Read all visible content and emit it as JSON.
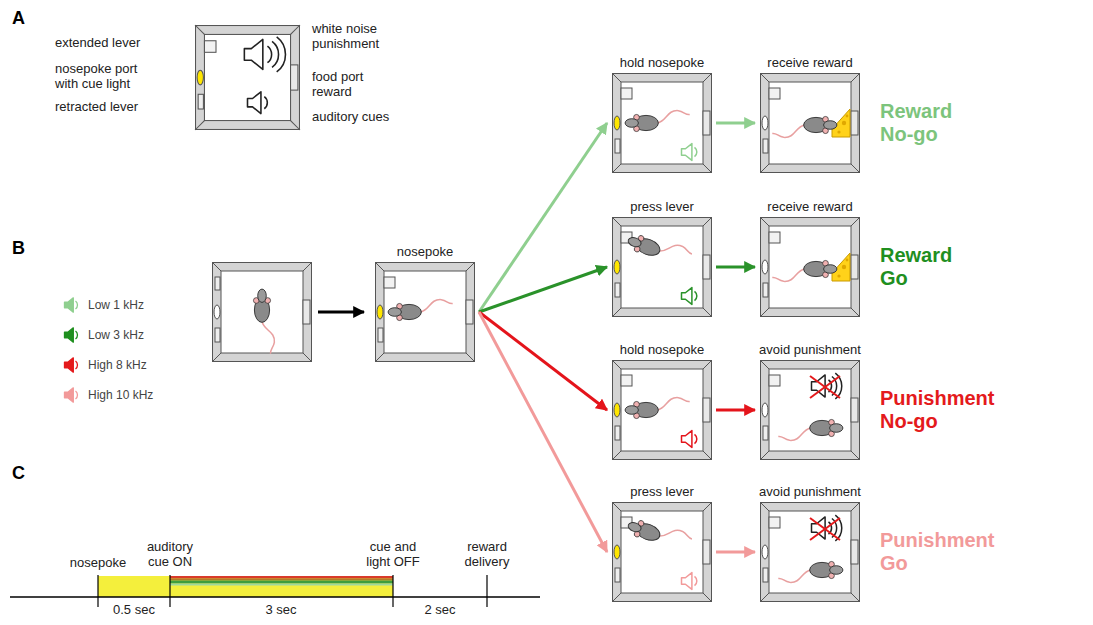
{
  "diagram": {
    "nodes": [
      {
        "text": [
          "nosepoke"
        ]
      },
      {
        "text": [
          "hold nosepoke"
        ]
      },
      {
        "text": [
          "receive reward"
        ]
      },
      {
        "text": [
          "press lever"
        ]
      },
      {
        "text": [
          "receive reward"
        ]
      },
      {
        "text": [
          "hold nosepoke"
        ]
      },
      {
        "text": [
          "avoid punishment"
        ]
      },
      {
        "text": [
          "press lever"
        ]
      },
      {
        "text": [
          "avoid punishment"
        ]
      }
    ],
    "edges": [
      {
        "from": 0,
        "to": 1,
        "arrow": "to"
      },
      {
        "from": 0,
        "to": 3,
        "arrow": "to"
      },
      {
        "from": 0,
        "to": 5,
        "arrow": "to"
      },
      {
        "from": 0,
        "to": 7,
        "arrow": "to"
      },
      {
        "from": 1,
        "to": 2,
        "arrow": "to"
      },
      {
        "from": 3,
        "to": 4,
        "arrow": "to"
      },
      {
        "from": 5,
        "to": 6,
        "arrow": "to"
      },
      {
        "from": 7,
        "to": 8,
        "arrow": "to"
      }
    ],
    "labels": [
      "A",
      "extended lever",
      "nosepoke port with cue light",
      "retracted lever",
      "white noise punishment",
      "food port reward",
      "auditory cues",
      "B",
      "Reward No-go",
      "Reward Go",
      "Punishment No-go",
      "Punishment Go",
      "C",
      "nosepoke",
      "auditory cue ON",
      "cue and light OFF",
      "reward delivery",
      "0.5 sec",
      "3 sec",
      "2 sec"
    ],
    "legend": [
      {
        "text": "Low 1 kHz",
        "color": "#8fcf8f"
      },
      {
        "text": "Low 3 kHz",
        "color": "#1f8f1f"
      },
      {
        "text": "High 8 kHz",
        "color": "#e41a1c"
      },
      {
        "text": "High 10 kHz",
        "color": "#f29a9a"
      }
    ]
  }
}
